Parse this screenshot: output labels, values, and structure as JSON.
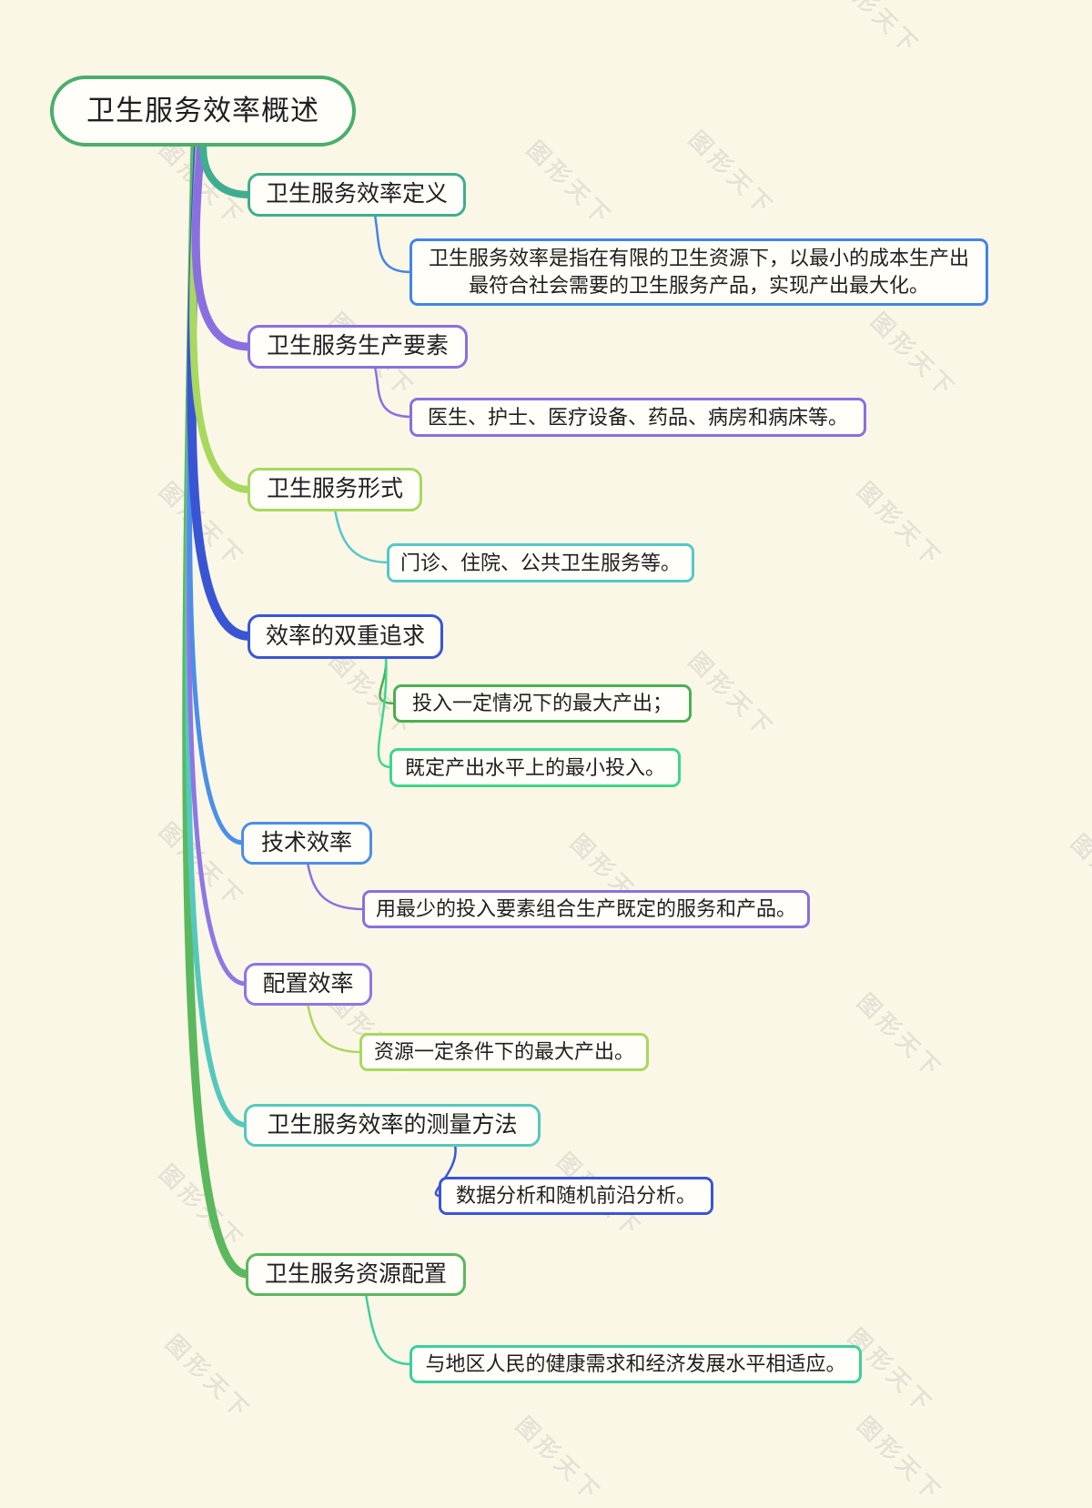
{
  "watermark": {
    "text": "图形天下"
  },
  "root": {
    "label": "卫生服务效率概述",
    "color": "#4bae6b"
  },
  "branches": [
    {
      "label": "卫生服务效率定义",
      "color": "#3fae8e",
      "children": [
        {
          "text": "卫生服务效率是指在有限的卫生资源下，以最小的成本生产出最符合社会需要的卫生服务产品，实现产出最大化。",
          "color": "#4285e8"
        }
      ]
    },
    {
      "label": "卫生服务生产要素",
      "color": "#8a6fe0",
      "children": [
        {
          "text": "医生、护士、医疗设备、药品、病房和病床等。",
          "color": "#8a6fe0"
        }
      ]
    },
    {
      "label": "卫生服务形式",
      "color": "#a9d85e",
      "children": [
        {
          "text": "门诊、住院、公共卫生服务等。",
          "color": "#55c8c8"
        }
      ]
    },
    {
      "label": "效率的双重追求",
      "color": "#3a55d4",
      "children": [
        {
          "text": "投入一定情况下的最大产出；",
          "color": "#4caf50"
        },
        {
          "text": "既定产出水平上的最小投入。",
          "color": "#3dd68c"
        }
      ]
    },
    {
      "label": "技术效率",
      "color": "#4a8fe8",
      "children": [
        {
          "text": "用最少的投入要素组合生产既定的服务和产品。",
          "color": "#8a6fe0"
        }
      ]
    },
    {
      "label": "配置效率",
      "color": "#8f76e4",
      "children": [
        {
          "text": "资源一定条件下的最大产出。",
          "color": "#a9d85e"
        }
      ]
    },
    {
      "label": "卫生服务效率的测量方法",
      "color": "#55c8be",
      "children": [
        {
          "text": "数据分析和随机前沿分析。",
          "color": "#3a55d4"
        }
      ]
    },
    {
      "label": "卫生服务资源配置",
      "color": "#5bb85e",
      "children": [
        {
          "text": "与地区人民的健康需求和经济发展水平相适应。",
          "color": "#3dcf9e"
        }
      ]
    }
  ]
}
